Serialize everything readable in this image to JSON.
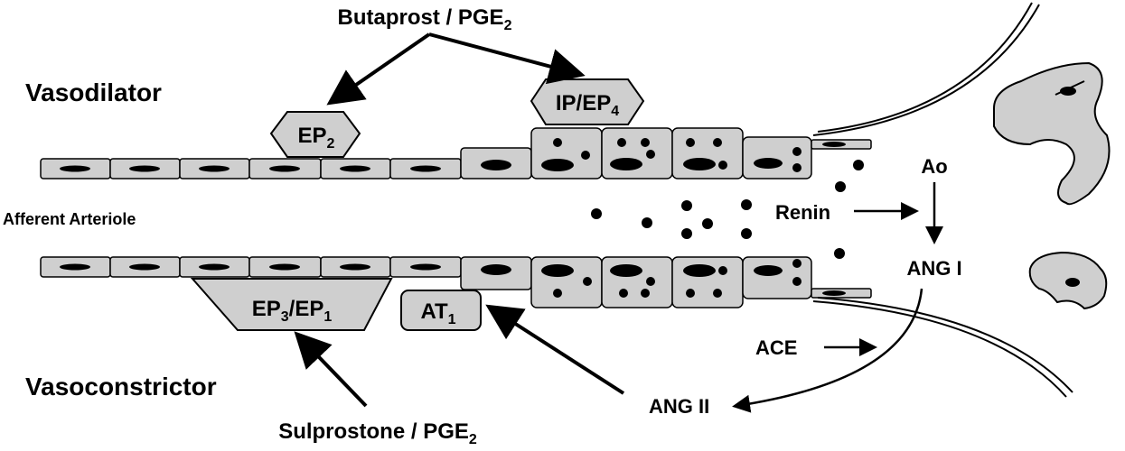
{
  "colors": {
    "cell_fill": "#cfcfcf",
    "stroke": "#000000",
    "background": "#ffffff"
  },
  "labels": {
    "top_agonist_main": "Butaprost / PGE",
    "top_agonist_sub": "2",
    "bottom_agonist_main": "Sulprostone / PGE",
    "bottom_agonist_sub": "2",
    "vasodilator": "Vasodilator",
    "vasoconstrictor": "Vasoconstrictor",
    "vessel": "Afferent Arteriole",
    "ao": "Ao",
    "renin": "Renin",
    "ang1": "ANG I",
    "ace": "ACE",
    "ang2": "ANG II"
  },
  "receptors": {
    "ep2_main": "EP",
    "ep2_sub": "2",
    "ipep4_main": "IP/EP",
    "ipep4_sub": "4",
    "ep3ep1_a": "EP",
    "ep3ep1_sub1": "3",
    "ep3ep1_b": "/EP",
    "ep3ep1_sub2": "1",
    "at1_main": "AT",
    "at1_sub": "1"
  }
}
